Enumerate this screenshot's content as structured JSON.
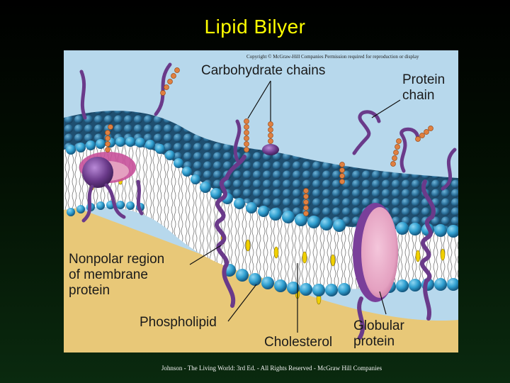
{
  "slide": {
    "title": "Lipid Bilyer",
    "footer": "Johnson - The Living World: 3rd Ed. - All Rights Reserved - McGraw Hill Companies"
  },
  "figure": {
    "copyright": "Copyright © McGraw-Hill Companies Permission required for reproduction or display",
    "labels": {
      "carbohydrate_chains": "Carbohydrate chains",
      "protein_chain": "Protein\nchain",
      "nonpolar_region": "Nonpolar region\nof membrane\nprotein",
      "phospholipid": "Phospholipid",
      "cholesterol": "Cholesterol",
      "globular_protein": "Globular\nprotein"
    }
  },
  "colors": {
    "title": "#ffff00",
    "sky": "#b7d8ec",
    "sand": "#e8c878",
    "head_blue": "#2f9fd0",
    "head_dark": "#1d5f86",
    "cholesterol": "#f0d000",
    "protein_purple": "#6a3a8a",
    "carbohydrate_orange": "#e08040",
    "globular_pink": "#e4a0c0"
  }
}
